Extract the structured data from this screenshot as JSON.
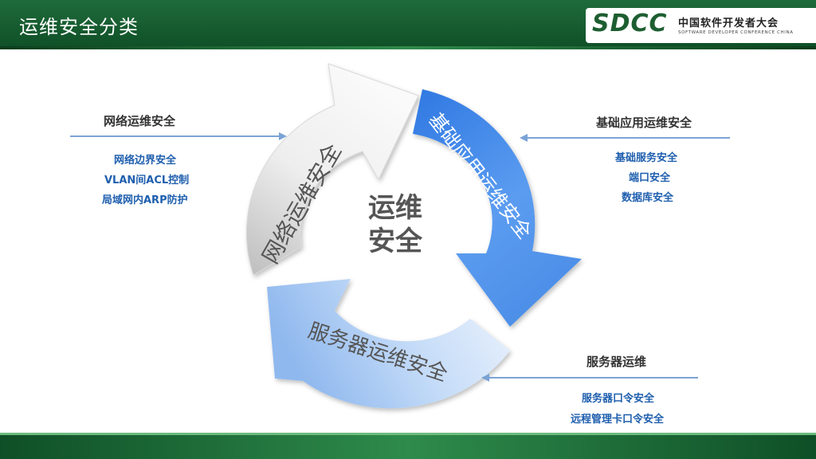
{
  "header": {
    "title": "运维安全分类"
  },
  "logo": {
    "brand": "SDCC",
    "cn_name": "中国软件开发者大会",
    "en_name": "SOFTWARE DEVELOPER CONFERENCE CHINA"
  },
  "cycle": {
    "center_line1": "运维",
    "center_line2": "安全",
    "arrow_network": "网络运维安全",
    "arrow_app": "基础应用运维安全",
    "arrow_server": "服务器运维安全"
  },
  "network": {
    "title": "网络运维安全",
    "items": [
      "网络边界安全",
      "VLAN间ACL控制",
      "局域网内ARP防护"
    ]
  },
  "app": {
    "title": "基础应用运维安全",
    "items": [
      "基础服务安全",
      "端口安全",
      "数据库安全"
    ]
  },
  "server": {
    "title": "服务器运维",
    "items": [
      "服务器口令安全",
      "远程管理卡口令安全"
    ]
  },
  "colors": {
    "header_green": "#1f6b3a",
    "item_blue": "#1f5fae",
    "arrow_blue": "#3f86e6",
    "arrow_gray": "#e6e6e6"
  }
}
